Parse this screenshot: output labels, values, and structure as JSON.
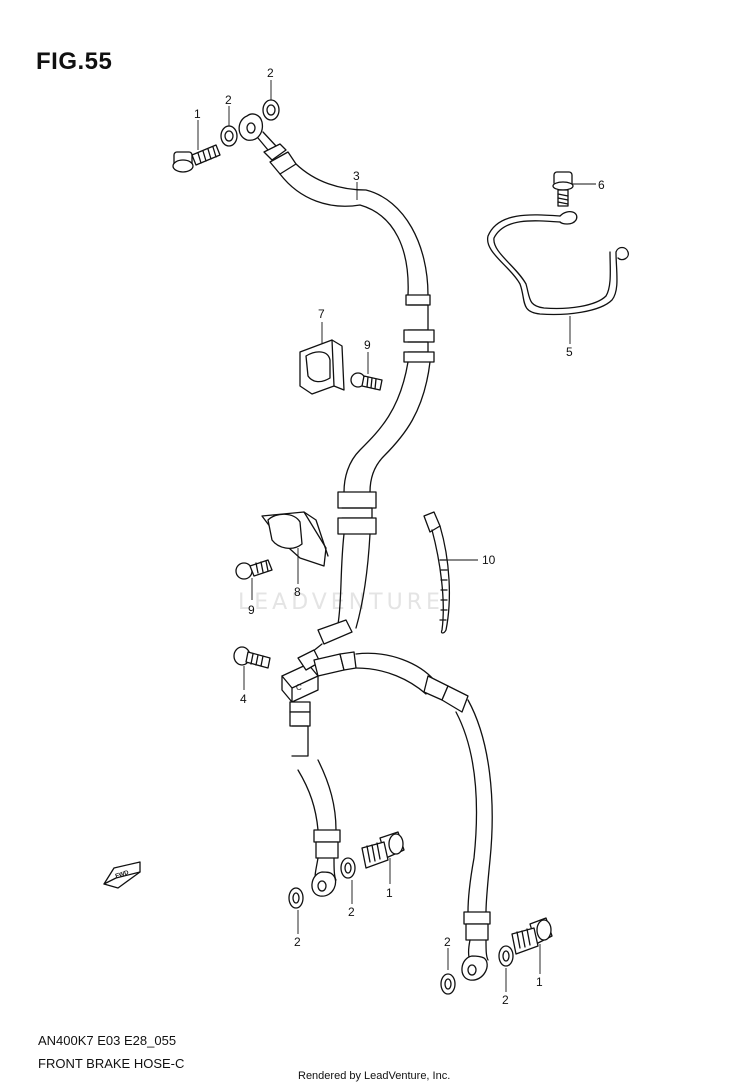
{
  "figure": {
    "title": "FIG.55"
  },
  "callouts": {
    "c1_top": "1",
    "c2_a": "2",
    "c2_b": "2",
    "c3": "3",
    "c5": "5",
    "c6": "6",
    "c7": "7",
    "c9_a": "9",
    "c8": "8",
    "c9_b": "9",
    "c10": "10",
    "c4": "4",
    "c1_mid": "1",
    "c2_c": "2",
    "c2_d": "2",
    "c2_e": "2",
    "c1_low": "1",
    "c2_f": "2"
  },
  "fwd_label": "FWD",
  "junction_label": "C",
  "watermark": "LEADVENTURE",
  "footer": {
    "model_code": "AN400K7 E03 E28_055",
    "section_name": "FRONT BRAKE  HOSE-C",
    "rendered_by": "Rendered by LeadVenture, Inc."
  }
}
